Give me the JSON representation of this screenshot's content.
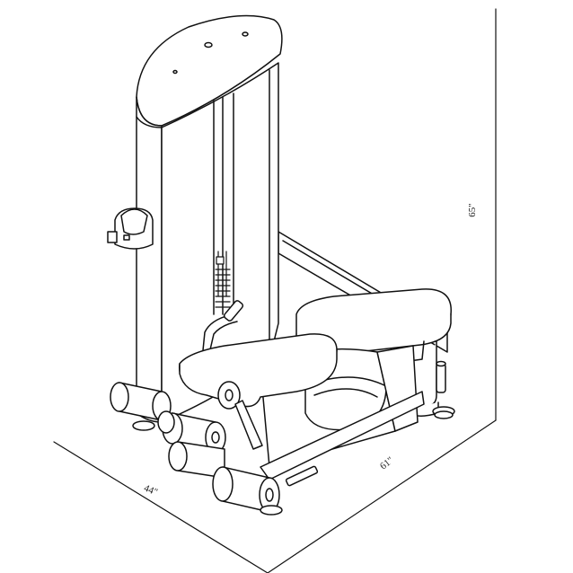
{
  "dimensions": {
    "height": "65\"",
    "width": "44\"",
    "depth": "61\""
  },
  "colors": {
    "line": "#111111",
    "background": "#ffffff"
  }
}
